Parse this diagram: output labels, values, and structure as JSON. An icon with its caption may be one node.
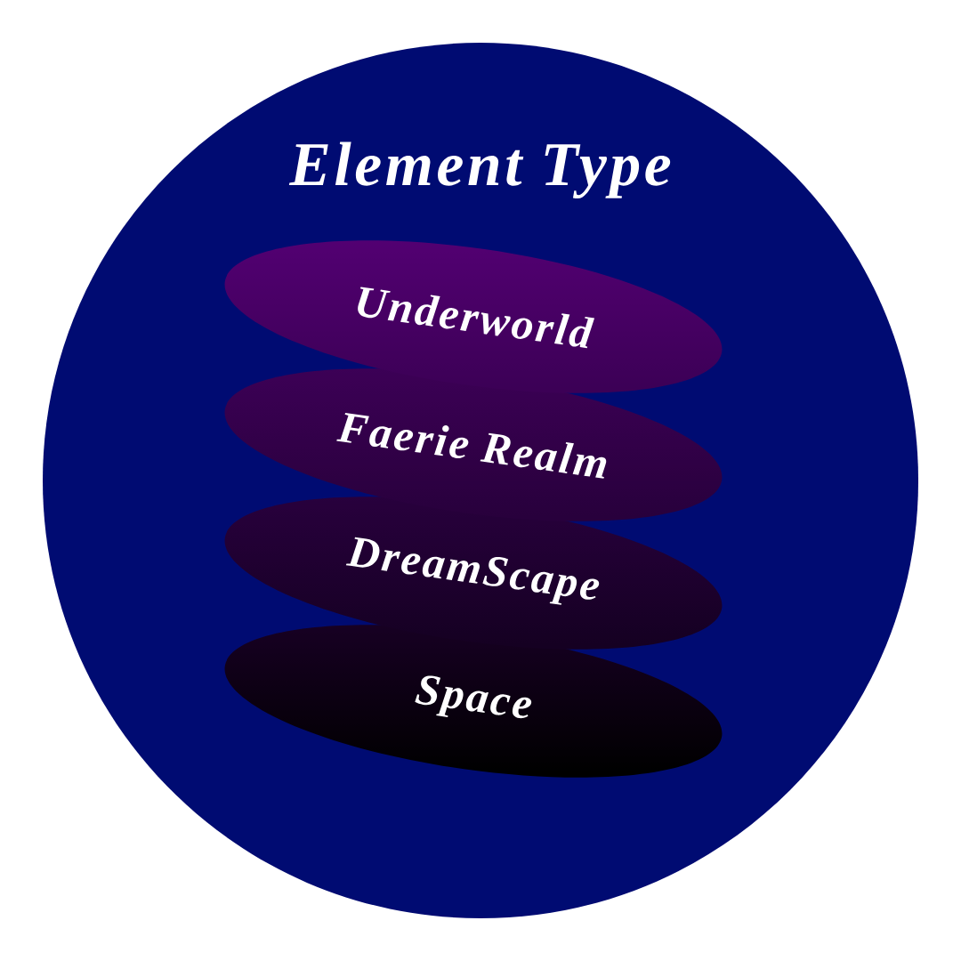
{
  "diagram": {
    "nodes": [
      {
        "text": [
          "Element Type"
        ]
      },
      {
        "text": [
          "Underworld"
        ],
        "in": 0
      },
      {
        "text": [
          "Faerie Realm"
        ],
        "in": 0
      },
      {
        "text": [
          "DreamScape"
        ],
        "in": 0
      },
      {
        "text": [
          "Space"
        ],
        "in": 0
      }
    ]
  }
}
